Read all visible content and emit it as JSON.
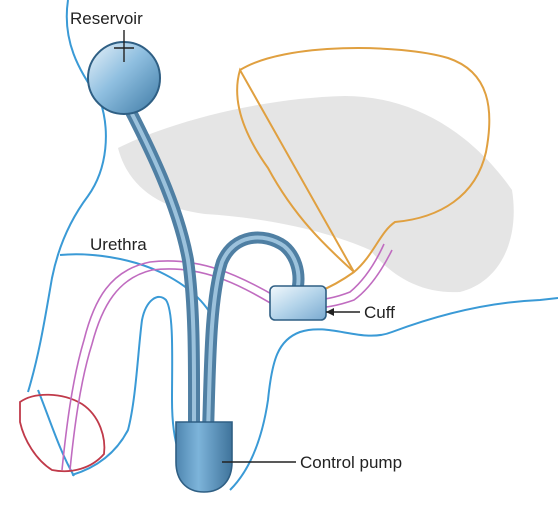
{
  "labels": {
    "reservoir": "Reservoir",
    "urethra": "Urethra",
    "cuff": "Cuff",
    "control_pump": "Control pump"
  },
  "colors": {
    "body_outline": "#3a9ad6",
    "bladder_outline": "#e0a040",
    "urethra": "#c06cc0",
    "glans": "#c03a4a",
    "tubing": "#4f7fa3",
    "tubing_highlight": "#9cc2dc",
    "device_fill": "#6ea8cf",
    "shadow": "#d8d8d8"
  }
}
